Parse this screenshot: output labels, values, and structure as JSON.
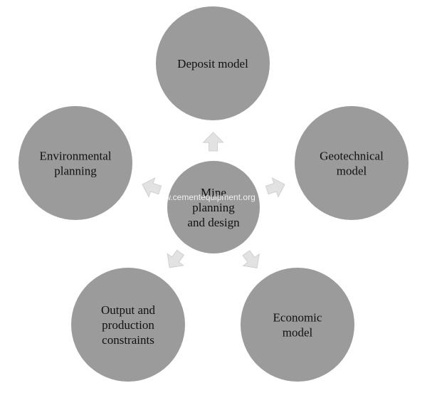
{
  "colors": {
    "node_fill": "#9b9b9b",
    "center_fill": "#9b9b9b",
    "arrow_fill": "#e2e2e2",
    "arrow_stroke": "#d0d0d0",
    "text": "#111111"
  },
  "center": {
    "label_lines": [
      "Mine",
      "planning",
      "and design"
    ]
  },
  "nodes": [
    {
      "id": "deposit-model",
      "label_lines": [
        "Deposit model"
      ]
    },
    {
      "id": "geotechnical-model",
      "label_lines": [
        "Geotechnical",
        "model"
      ]
    },
    {
      "id": "economic-model",
      "label_lines": [
        "Economic",
        "model"
      ]
    },
    {
      "id": "output-production-constraints",
      "label_lines": [
        "Output and",
        "production",
        "constraints"
      ]
    },
    {
      "id": "environmental-planning",
      "label_lines": [
        "Environmental",
        "planning"
      ]
    }
  ],
  "watermark": "www.cementequipment.org"
}
